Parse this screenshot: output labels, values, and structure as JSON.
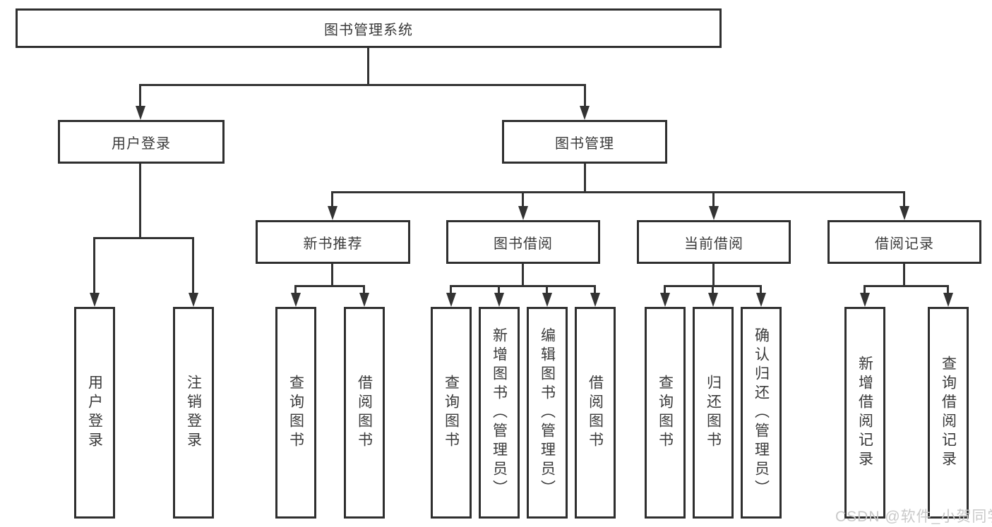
{
  "diagram": {
    "type": "hierarchy-tree",
    "title": "图书管理系统"
  },
  "nodes": {
    "root": {
      "label": "图书管理系统"
    },
    "level2": [
      {
        "label": "用户登录"
      },
      {
        "label": "图书管理"
      }
    ],
    "level3": [
      {
        "label": "新书推荐"
      },
      {
        "label": "图书借阅"
      },
      {
        "label": "当前借阅"
      },
      {
        "label": "借阅记录"
      }
    ],
    "leaves": {
      "user_login": [
        {
          "label": "用户登录"
        },
        {
          "label": "注销登录"
        }
      ],
      "new_book_recommend": [
        {
          "label": "查询图书"
        },
        {
          "label": "借阅图书"
        }
      ],
      "book_borrow": [
        {
          "label": "查询图书"
        },
        {
          "label": "新增图书（管理员）"
        },
        {
          "label": "编辑图书（管理员）"
        },
        {
          "label": "借阅图书"
        }
      ],
      "current_borrow": [
        {
          "label": "查询图书"
        },
        {
          "label": "归还图书"
        },
        {
          "label": "确认归还（管理员）"
        }
      ],
      "borrow_record": [
        {
          "label": "新增借阅记录"
        },
        {
          "label": "查询借阅记录"
        }
      ]
    }
  },
  "watermark": {
    "text": "CSDN @软件_小贺同学"
  },
  "colors": {
    "border": "#2f2f2f",
    "line": "#333333",
    "text": "#3a3a3a",
    "watermark": "#c9c9c9",
    "background": "#ffffff"
  }
}
